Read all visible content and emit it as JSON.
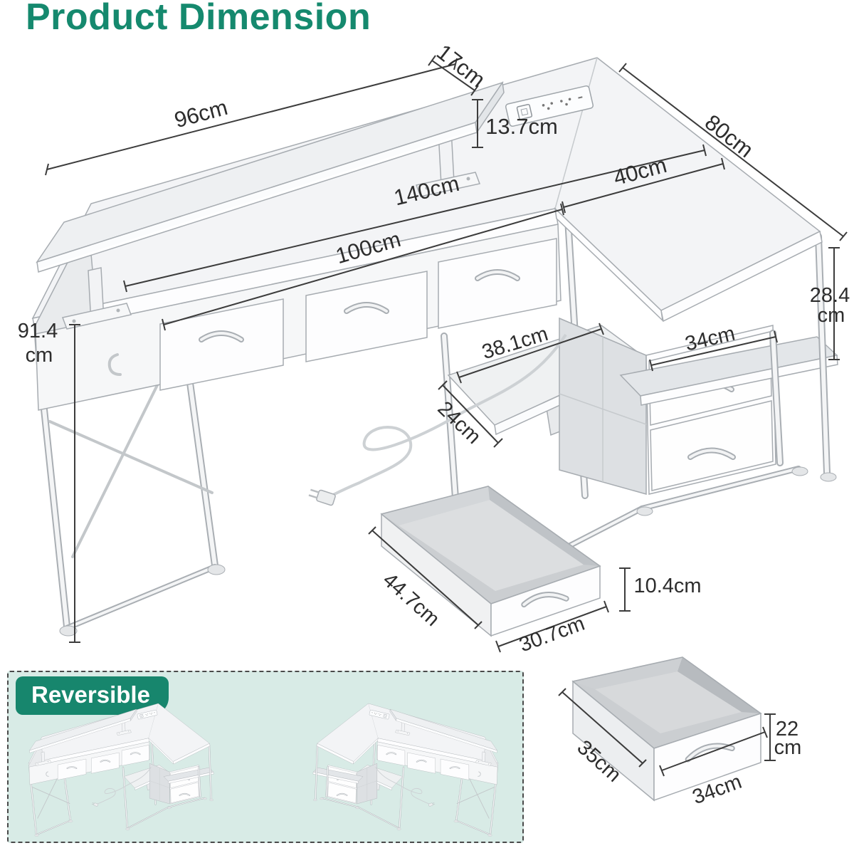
{
  "title": "Product Dimension",
  "colors": {
    "accent": "#15896e",
    "panel_bg": "#d8ebe6",
    "dimension_line": "#3c3c3c"
  },
  "reversible": {
    "badge_label": "Reversible"
  },
  "desk": {
    "monitor_shelf_width": "96cm",
    "monitor_shelf_depth": "17cm",
    "monitor_shelf_height": "13.7cm",
    "desk_total_width": "140cm",
    "left_section_width": "100cm",
    "right_section_width": "40cm",
    "return_length": "80cm",
    "desk_height": {
      "value": "91.4",
      "unit": "cm"
    },
    "open_shelf_height": {
      "value": "28.4",
      "unit": "cm"
    },
    "open_shelf_width": "34cm",
    "keyboard_tray_width": "38.1cm",
    "keyboard_tray_depth": "24cm"
  },
  "top_drawer": {
    "depth": "44.7cm",
    "height": "10.4cm",
    "width": "30.7cm"
  },
  "file_drawer": {
    "depth": "35cm",
    "height": {
      "value": "22",
      "unit": "cm"
    },
    "width": "34cm"
  }
}
